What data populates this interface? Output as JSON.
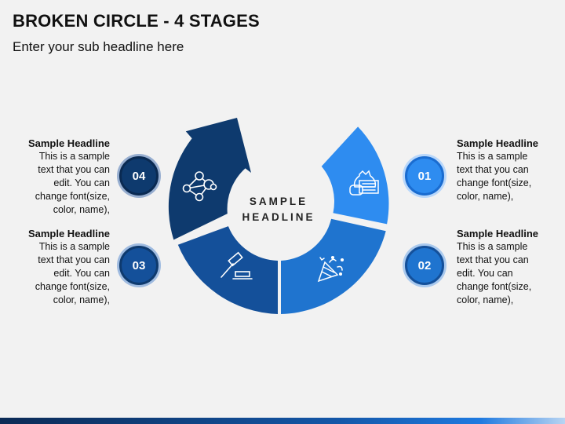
{
  "title": "BROKEN CIRCLE - 4 STAGES",
  "subtitle": "Enter your sub headline here",
  "center": {
    "line1": "SAMPLE",
    "line2": "HEADLINE"
  },
  "stages": [
    {
      "number": "01",
      "headline": "Sample Headline",
      "lines": [
        "This is a sample",
        "text that you can",
        "change font(size,",
        "color, name),"
      ],
      "color": "#2e8cf0",
      "icon": "money-bag-icon"
    },
    {
      "number": "02",
      "headline": "Sample Headline",
      "lines": [
        "This is a sample",
        "text that you can",
        "edit. You can",
        "change font(size,",
        "color, name),"
      ],
      "color": "#1f74cf",
      "icon": "party-popper-icon"
    },
    {
      "number": "03",
      "headline": "Sample Headline",
      "lines": [
        "This is a sample",
        "text that you can",
        "edit. You can",
        "change font(size,",
        "color, name),"
      ],
      "color": "#14509a",
      "icon": "gavel-icon"
    },
    {
      "number": "04",
      "headline": "Sample Headline",
      "lines": [
        "This is a sample",
        "text that you can",
        "edit. You can",
        "change font(size,",
        "color, name),"
      ],
      "color": "#0e3a6e",
      "icon": "network-icon"
    }
  ]
}
